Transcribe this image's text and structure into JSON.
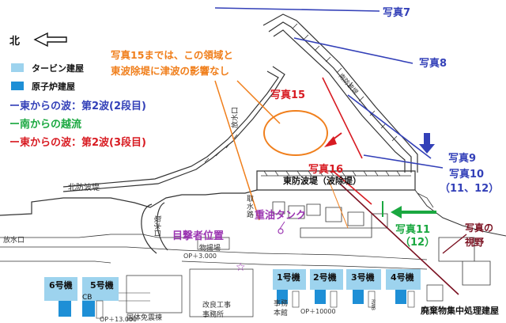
{
  "north": {
    "label": "北"
  },
  "legend": {
    "items": [
      {
        "label": "タービン建屋",
        "color": "#9dd3ee"
      },
      {
        "label": "原子炉建屋",
        "color": "#1e8fd6"
      }
    ],
    "lines": [
      {
        "label": "ー東からの波：第2波(2段目)",
        "color": "#3340b8"
      },
      {
        "label": "ー南からの越流",
        "color": "#1aa840"
      },
      {
        "label": "ー東からの波：第2波(3段目)",
        "color": "#d81b22"
      }
    ]
  },
  "note": {
    "line1": "写真15までは、この領域と",
    "line2": "東波除堤に津波の影響なし",
    "color": "#f07f1c"
  },
  "photos": {
    "p7": "写真7",
    "p8": "写真8",
    "p9": "写真9",
    "p10": "写真10",
    "p10sub": "（11、12）",
    "p11": "写真11",
    "p11sub": "（12）",
    "p15": "写真15",
    "p16": "写真16",
    "view": "写真の",
    "view2": "視野"
  },
  "map_text": {
    "east_breakwater": "東防波堤（波除堤）",
    "north_breakwater": "北防波堤",
    "south_breakwater": "南防波堤",
    "oil_tank": "重油タンク",
    "witness": "目撃者位置",
    "intake1": "取水口",
    "intake2": "放水口",
    "outlet": "放水口",
    "intake3": "取",
    "intake3b": "水",
    "intake3c": "路",
    "storage": "物揚場",
    "op": "OP＋3.000",
    "op2": "OP＋10000",
    "op3": "OP＋13.000",
    "unit1": "1号機",
    "unit2": "2号機",
    "unit3": "3号機",
    "unit4": "4号機",
    "unit5": "5号機",
    "unit6": "6号機",
    "cb": "CB",
    "waste": "廃棄物集中処理建屋",
    "quake": "国体免震棟",
    "office": "事務本館",
    "contractor": "改良工事",
    "contractor2": "事務所",
    "service": "事務",
    "service2": "本館",
    "rwb": "RWB"
  },
  "colors": {
    "blue": "#3340b8",
    "green": "#1aa840",
    "red": "#d81b22",
    "orange": "#f07f1c",
    "purple": "#9b36b2",
    "darkred": "#7a1020",
    "turbine": "#9dd3ee",
    "reactor": "#1e8fd6"
  }
}
